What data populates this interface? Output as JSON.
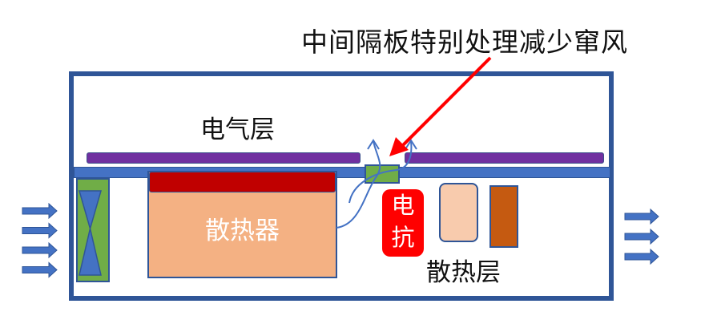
{
  "title": "中间隔板特别处理减少窜风",
  "labels": {
    "electrical_layer": "电气层",
    "heatsink": "散热器",
    "reactor_line1": "电",
    "reactor_line2": "抗",
    "cooling_layer": "散热层"
  },
  "inlet_arrow_count": 4,
  "outlet_arrow_count": 3,
  "colors": {
    "frame": "#2f5597",
    "partition": "#4472c4",
    "pcb": "#7030a0",
    "fan_box": "#70ad47",
    "heatsink_base": "#c00000",
    "heatsink_body": "#f4b183",
    "reactor": "#ff0000",
    "capacitor": "#f8cbad",
    "resistor": "#c55a11",
    "callout_arrow": "#ff0000"
  }
}
